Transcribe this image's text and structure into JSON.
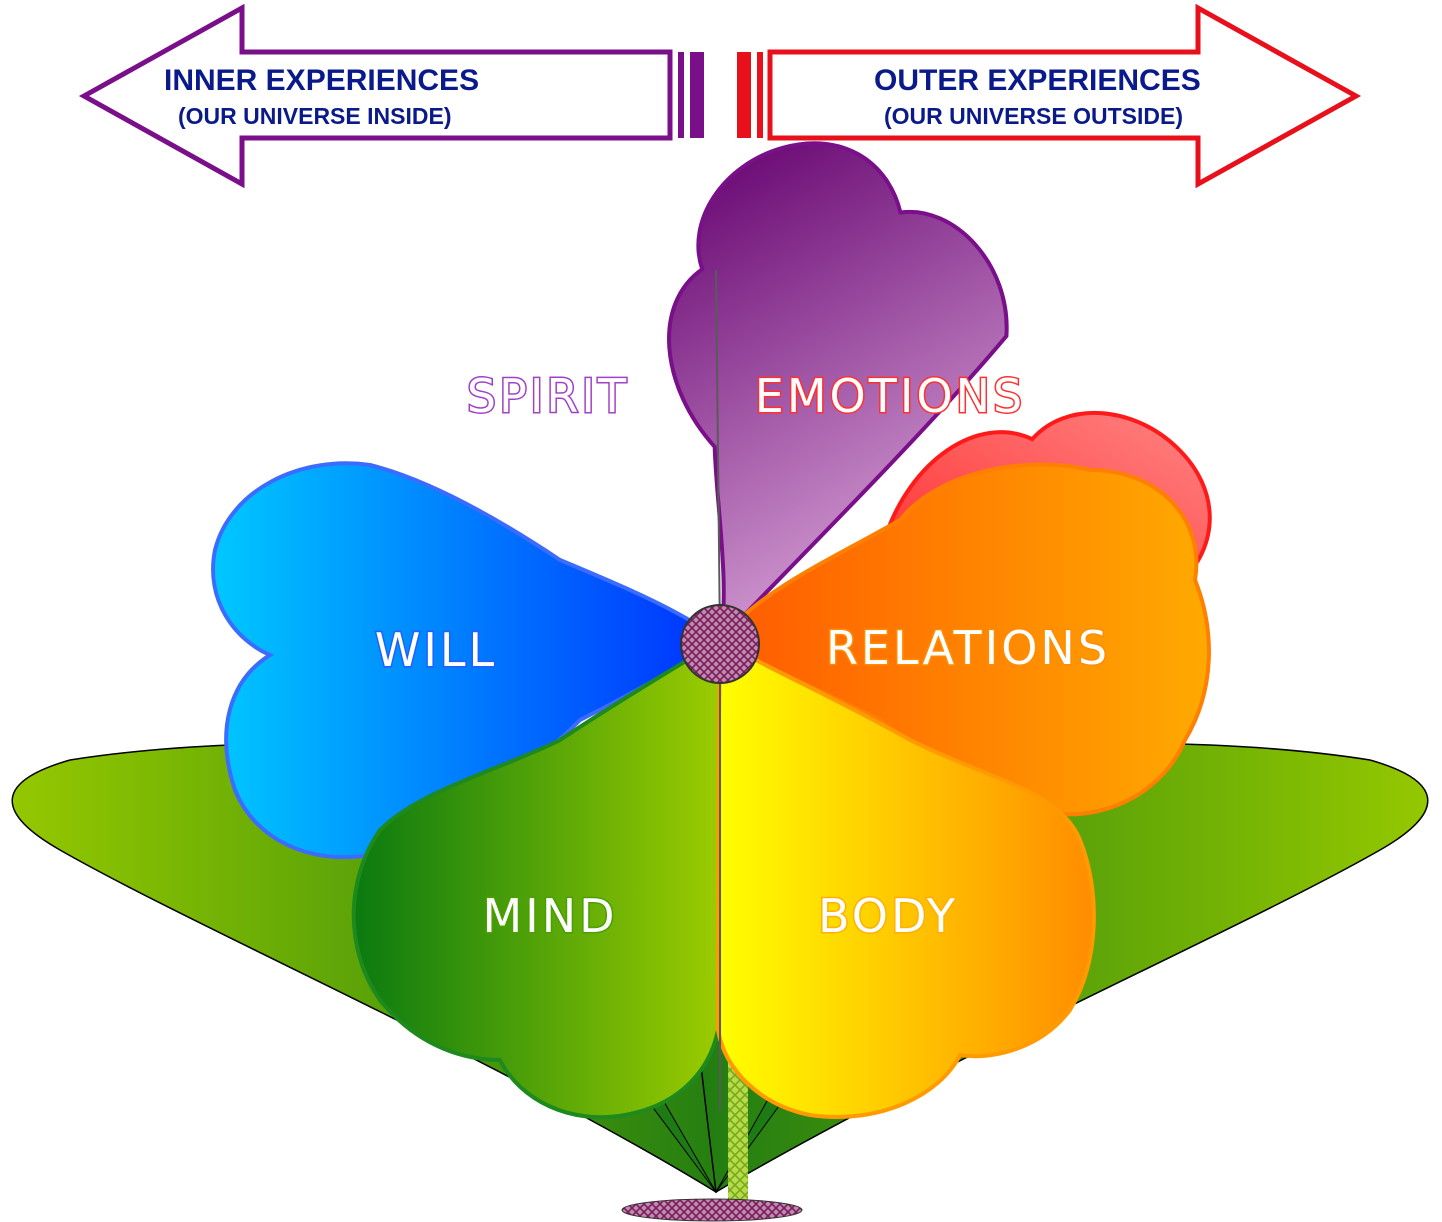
{
  "arrows": {
    "inner": {
      "title": "INNER EXPERIENCES",
      "subtitle": "(OUR UNIVERSE INSIDE)",
      "color": "#7a0f8a"
    },
    "outer": {
      "title": "OUTER EXPERIENCES",
      "subtitle": "(OUR UNIVERSE OUTSIDE)",
      "color": "#e8101a"
    }
  },
  "petals": {
    "spirit": {
      "label": "SPIRIT",
      "color": "#8e2a8a"
    },
    "emotions": {
      "label": "EMOTIONS",
      "color": "#ff1a1a"
    },
    "relations": {
      "label": "RELATIONS",
      "color": "#ff8a00"
    },
    "body": {
      "label": "BODY",
      "color": "#ffcc00"
    },
    "mind": {
      "label": "MIND",
      "color": "#4fa000"
    },
    "will": {
      "label": "WILL",
      "color": "#1560ff"
    }
  },
  "colors": {
    "leaf": "#8cc400",
    "stem": "#a8d040",
    "center": "#a0306a",
    "text_title": "#0a1a8a"
  }
}
